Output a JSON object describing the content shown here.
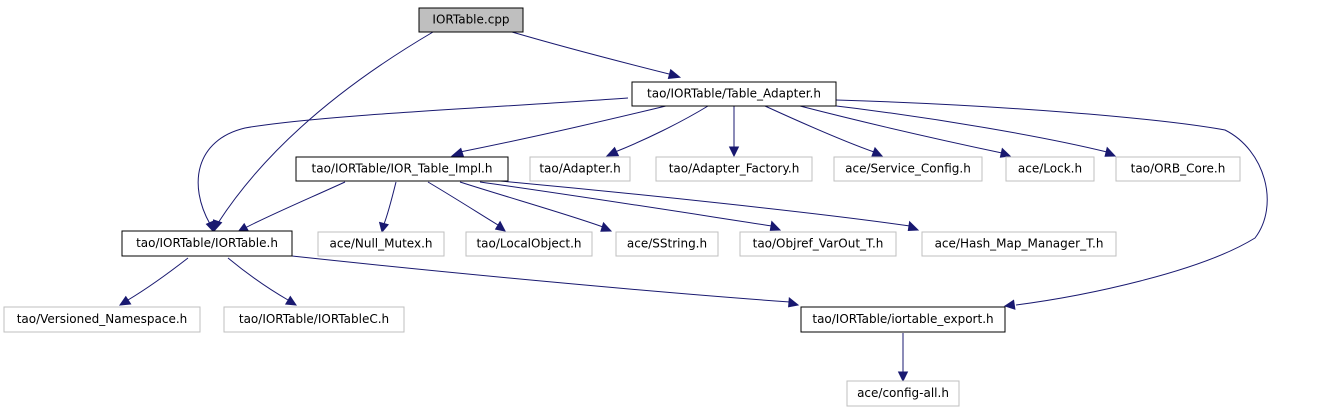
{
  "nodes": {
    "iortable_cpp": "IORTable.cpp",
    "table_adapter_h": "tao/IORTable/Table_Adapter.h",
    "ior_table_impl_h": "tao/IORTable/IOR_Table_Impl.h",
    "adapter_h": "tao/Adapter.h",
    "adapter_factory_h": "tao/Adapter_Factory.h",
    "service_config_h": "ace/Service_Config.h",
    "lock_h": "ace/Lock.h",
    "orb_core_h": "tao/ORB_Core.h",
    "iortable_h": "tao/IORTable/IORTable.h",
    "null_mutex_h": "ace/Null_Mutex.h",
    "localobject_h": "tao/LocalObject.h",
    "sstring_h": "ace/SString.h",
    "objref_varout_t_h": "tao/Objref_VarOut_T.h",
    "hash_map_manager_t_h": "ace/Hash_Map_Manager_T.h",
    "versioned_namespace_h": "tao/Versioned_Namespace.h",
    "iortablec_h": "tao/IORTable/IORTableC.h",
    "iortable_export_h": "tao/IORTable/iortable_export.h",
    "config_all_h": "ace/config-all.h"
  },
  "edges": [
    [
      "iortable_cpp",
      "table_adapter_h"
    ],
    [
      "iortable_cpp",
      "iortable_h"
    ],
    [
      "table_adapter_h",
      "iortable_h"
    ],
    [
      "table_adapter_h",
      "ior_table_impl_h"
    ],
    [
      "table_adapter_h",
      "adapter_h"
    ],
    [
      "table_adapter_h",
      "adapter_factory_h"
    ],
    [
      "table_adapter_h",
      "service_config_h"
    ],
    [
      "table_adapter_h",
      "lock_h"
    ],
    [
      "table_adapter_h",
      "orb_core_h"
    ],
    [
      "table_adapter_h",
      "iortable_export_h"
    ],
    [
      "ior_table_impl_h",
      "iortable_h"
    ],
    [
      "ior_table_impl_h",
      "null_mutex_h"
    ],
    [
      "ior_table_impl_h",
      "localobject_h"
    ],
    [
      "ior_table_impl_h",
      "sstring_h"
    ],
    [
      "ior_table_impl_h",
      "objref_varout_t_h"
    ],
    [
      "ior_table_impl_h",
      "hash_map_manager_t_h"
    ],
    [
      "iortable_h",
      "versioned_namespace_h"
    ],
    [
      "iortable_h",
      "iortablec_h"
    ],
    [
      "iortable_h",
      "iortable_export_h"
    ],
    [
      "iortable_export_h",
      "config_all_h"
    ]
  ],
  "colors": {
    "edge": "#191970",
    "root_fill": "#bfbfbf",
    "solid_border": "#000000",
    "grey_border": "#bfbfbf"
  }
}
